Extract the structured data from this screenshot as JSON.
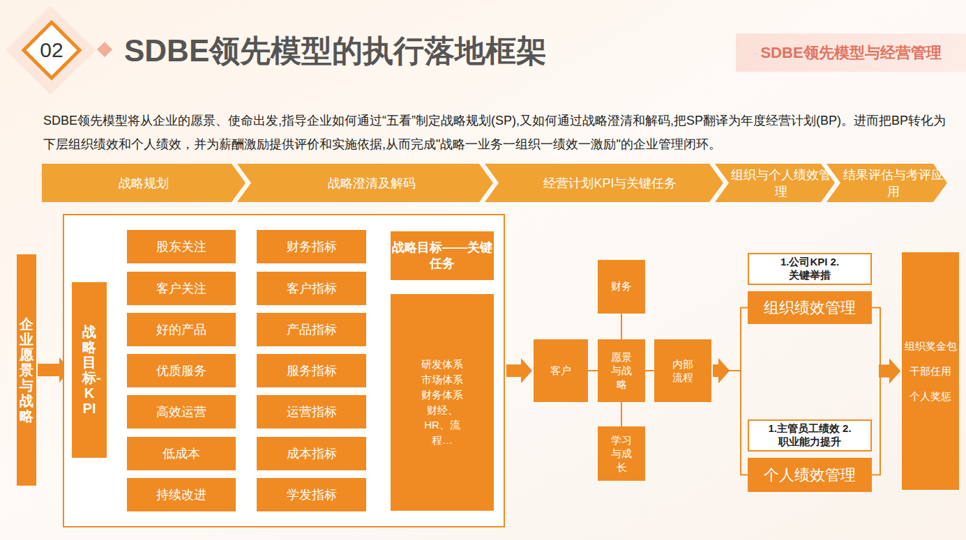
{
  "diagram": {
    "title": "SDBE领先模型的执行落地框架",
    "nodes": [
      {
        "text": [
          "02"
        ]
      },
      {
        "text": [
          "SDBE领先模型与经营管理"
        ]
      },
      {
        "text": [
          "战略规划"
        ]
      },
      {
        "text": [
          "战略澄清及解码"
        ]
      },
      {
        "text": [
          "经营计划KPI与关键任务"
        ]
      },
      {
        "text": [
          "组织与个人绩效管理"
        ]
      },
      {
        "text": [
          "结果评估与考评应用"
        ]
      },
      {
        "text": [
          "企业愿景与战略"
        ]
      },
      {
        "text": []
      },
      {
        "text": [
          "战略目标-KPI"
        ],
        "in": 8
      },
      {
        "text": [
          "股东关注"
        ],
        "in": 8
      },
      {
        "text": [
          "客户关注"
        ],
        "in": 8
      },
      {
        "text": [
          "好的产品"
        ],
        "in": 8
      },
      {
        "text": [
          "优质服务"
        ],
        "in": 8
      },
      {
        "text": [
          "高效运营"
        ],
        "in": 8
      },
      {
        "text": [
          "低成本"
        ],
        "in": 8
      },
      {
        "text": [
          "持续改进"
        ],
        "in": 8
      },
      {
        "text": [
          "财务指标"
        ],
        "in": 8
      },
      {
        "text": [
          "客户指标"
        ],
        "in": 8
      },
      {
        "text": [
          "产品指标"
        ],
        "in": 8
      },
      {
        "text": [
          "服务指标"
        ],
        "in": 8
      },
      {
        "text": [
          "运营指标"
        ],
        "in": 8
      },
      {
        "text": [
          "成本指标"
        ],
        "in": 8
      },
      {
        "text": [
          "学发指标"
        ],
        "in": 8
      },
      {
        "text": [
          "战略目标——关键任务"
        ],
        "in": 8
      },
      {
        "text": [
          "研发体系 市场体系 财务体系 财经、HR、流程…"
        ],
        "in": 8
      },
      {
        "text": [
          "财务"
        ]
      },
      {
        "text": [
          "客户"
        ]
      },
      {
        "text": [
          "愿景与战略"
        ]
      },
      {
        "text": [
          "内部流程"
        ]
      },
      {
        "text": [
          "学习与成长"
        ]
      },
      {
        "text": [
          "1.公司KPI 2.关键举措"
        ]
      },
      {
        "text": [
          "组织绩效管理"
        ]
      },
      {
        "text": [
          "1.主管员工绩效 2.职业能力提升"
        ]
      },
      {
        "text": [
          "个人绩效管理"
        ]
      },
      {
        "text": [
          "组织奖金包 干部任用 个人奖惩"
        ]
      }
    ],
    "edges": [
      {
        "from": 7,
        "to": 9,
        "arrow": "to"
      },
      {
        "from": 9,
        "to": 10,
        "arrow": "none"
      },
      {
        "from": 9,
        "to": 11,
        "arrow": "none"
      },
      {
        "from": 9,
        "to": 12,
        "arrow": "none"
      },
      {
        "from": 9,
        "to": 13,
        "arrow": "none"
      },
      {
        "from": 9,
        "to": 14,
        "arrow": "none"
      },
      {
        "from": 9,
        "to": 15,
        "arrow": "none"
      },
      {
        "from": 9,
        "to": 16,
        "arrow": "none"
      },
      {
        "from": 10,
        "to": 17,
        "arrow": "none"
      },
      {
        "from": 11,
        "to": 18,
        "arrow": "none"
      },
      {
        "from": 12,
        "to": 19,
        "arrow": "none"
      },
      {
        "from": 13,
        "to": 20,
        "arrow": "none"
      },
      {
        "from": 14,
        "to": 21,
        "arrow": "none"
      },
      {
        "from": 15,
        "to": 22,
        "arrow": "none"
      },
      {
        "from": 16,
        "to": 23,
        "arrow": "none"
      },
      {
        "from": 8,
        "to": 27,
        "arrow": "to"
      },
      {
        "from": 26,
        "to": 28,
        "arrow": "none"
      },
      {
        "from": 27,
        "to": 28,
        "arrow": "none"
      },
      {
        "from": 28,
        "to": 29,
        "arrow": "none"
      },
      {
        "from": 28,
        "to": 30,
        "arrow": "none"
      },
      {
        "from": 29,
        "to": 32,
        "arrow": "to"
      },
      {
        "from": 29,
        "to": 34,
        "arrow": "to"
      },
      {
        "from": 32,
        "to": 35,
        "arrow": "to"
      },
      {
        "from": 34,
        "to": 35,
        "arrow": "to"
      }
    ],
    "labels": [
      "SDBE领先模型将从企业的愿景、使命出发,指导企业如何通过“五看”制定战略规划(SP),又如何通过战略澄清和解码,把SP翻译为年度经营计划(BP)。进而把BP转化为下层组织绩效和个人绩效，并为薪酬激励提供评价和实施依据,从而完成\"战略一业务一组织一绩效一激励\"的企业管理闭环。"
    ]
  }
}
